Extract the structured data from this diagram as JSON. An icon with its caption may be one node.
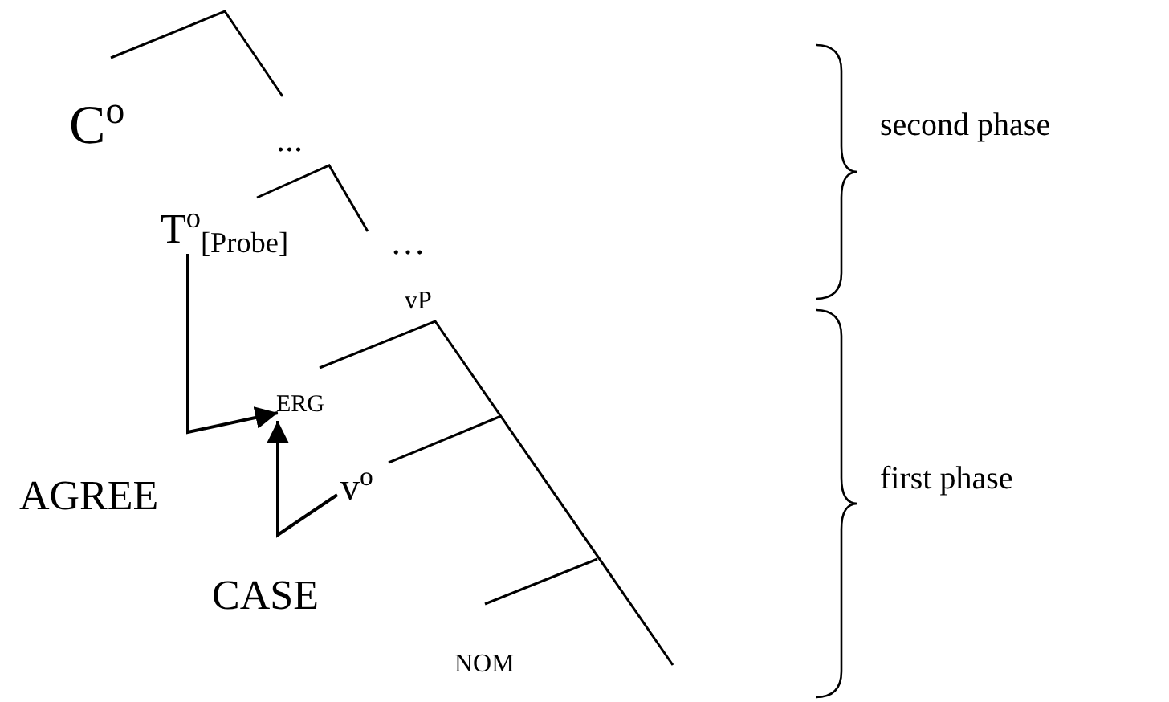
{
  "diagram": {
    "nodes": [
      {
        "text": [
          "C$^{o}$"
        ]
      },
      {
        "text": [
          "..."
        ]
      },
      {
        "text": [
          "T$^{o}$$_{[Probe]}$"
        ]
      },
      {
        "text": [
          "…"
        ]
      },
      {
        "text": [
          "vP"
        ]
      },
      {
        "text": [
          "ERG"
        ]
      },
      {
        "text": [
          "v$^{o}$"
        ]
      },
      {
        "text": [
          "NOM"
        ]
      }
    ],
    "edges": [
      {
        "from": 2,
        "to": 5,
        "arrow": "to"
      },
      {
        "from": 6,
        "to": 5,
        "arrow": "to"
      }
    ],
    "labels": [
      "second phase",
      "AGREE",
      "first phase",
      "CASE"
    ]
  }
}
